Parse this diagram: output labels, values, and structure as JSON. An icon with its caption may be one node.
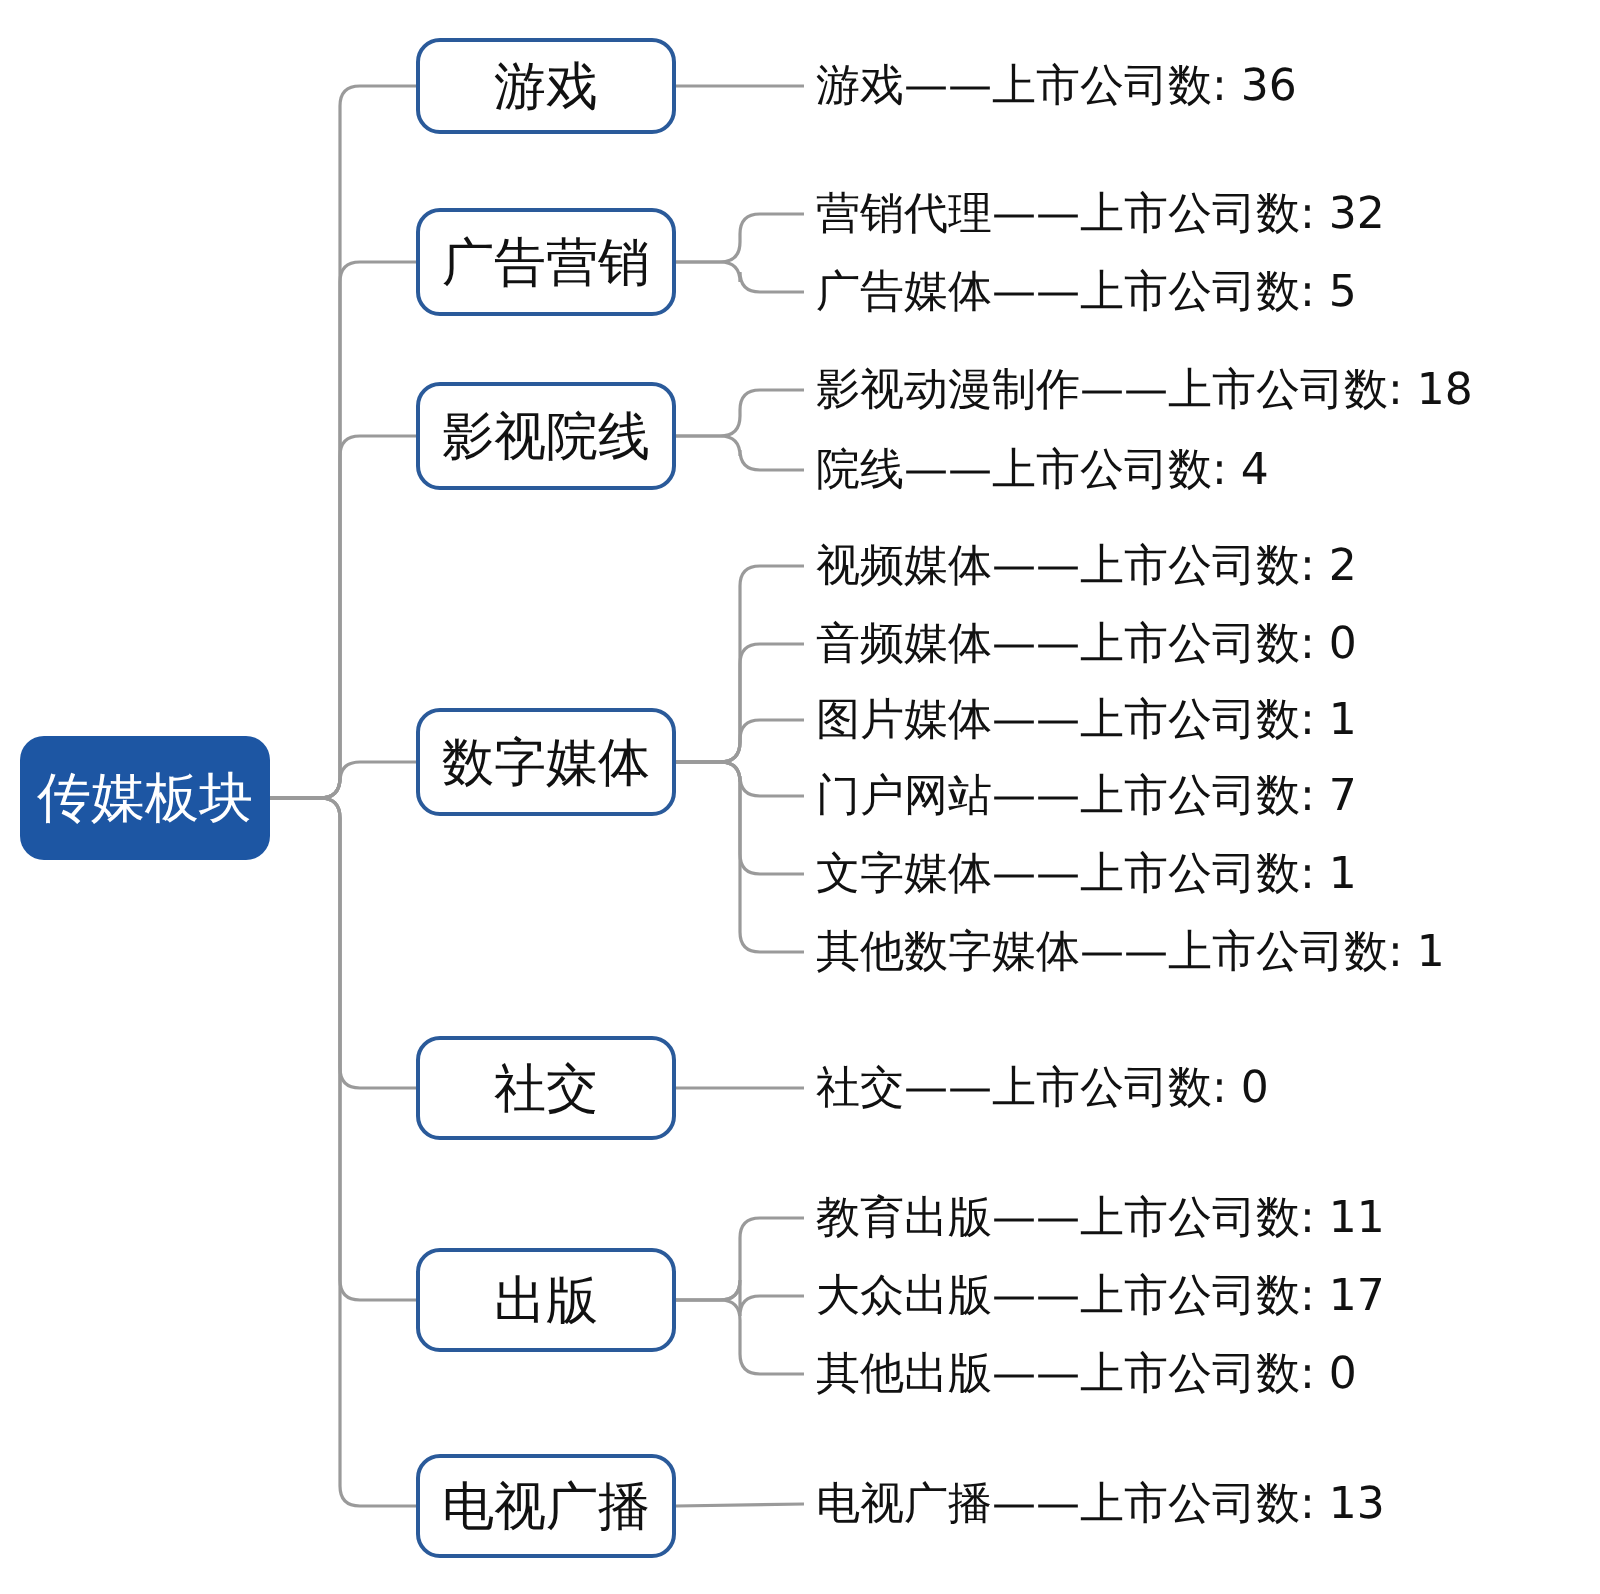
{
  "diagram": {
    "nodes": [
      {
        "text": [
          "传媒板块"
        ]
      },
      {
        "text": [
          "游戏"
        ]
      },
      {
        "text": [
          "游戏——上市公司数: 36"
        ]
      },
      {
        "text": [
          "广告营销"
        ]
      },
      {
        "text": [
          "营销代理——上市公司数: 32"
        ]
      },
      {
        "text": [
          "广告媒体——上市公司数: 5"
        ]
      },
      {
        "text": [
          "影视院线"
        ]
      },
      {
        "text": [
          "影视动漫制作——上市公司数: 18"
        ]
      },
      {
        "text": [
          "院线——上市公司数: 4"
        ]
      },
      {
        "text": [
          "数字媒体"
        ]
      },
      {
        "text": [
          "视频媒体——上市公司数: 2"
        ]
      },
      {
        "text": [
          "音频媒体——上市公司数: 0"
        ]
      },
      {
        "text": [
          "图片媒体——上市公司数: 1"
        ]
      },
      {
        "text": [
          "门户网站——上市公司数: 7"
        ]
      },
      {
        "text": [
          "文字媒体——上市公司数: 1"
        ]
      },
      {
        "text": [
          "其他数字媒体——上市公司数: 1"
        ]
      },
      {
        "text": [
          "社交"
        ]
      },
      {
        "text": [
          "社交——上市公司数: 0"
        ]
      },
      {
        "text": [
          "出版"
        ]
      },
      {
        "text": [
          "教育出版——上市公司数: 11"
        ]
      },
      {
        "text": [
          "大众出版——上市公司数: 17"
        ]
      },
      {
        "text": [
          "其他出版——上市公司数: 0"
        ]
      },
      {
        "text": [
          "电视广播"
        ]
      },
      {
        "text": [
          "电视广播——上市公司数: 13"
        ]
      }
    ],
    "edges": [
      {
        "from": 0,
        "to": 1,
        "arrow": "none"
      },
      {
        "from": 0,
        "to": 3,
        "arrow": "none"
      },
      {
        "from": 0,
        "to": 6,
        "arrow": "none"
      },
      {
        "from": 0,
        "to": 9,
        "arrow": "none"
      },
      {
        "from": 0,
        "to": 16,
        "arrow": "none"
      },
      {
        "from": 0,
        "to": 18,
        "arrow": "none"
      },
      {
        "from": 0,
        "to": 22,
        "arrow": "none"
      },
      {
        "from": 1,
        "to": 2,
        "arrow": "none"
      },
      {
        "from": 3,
        "to": 4,
        "arrow": "none"
      },
      {
        "from": 3,
        "to": 5,
        "arrow": "none"
      },
      {
        "from": 6,
        "to": 7,
        "arrow": "none"
      },
      {
        "from": 6,
        "to": 8,
        "arrow": "none"
      },
      {
        "from": 9,
        "to": 10,
        "arrow": "none"
      },
      {
        "from": 9,
        "to": 11,
        "arrow": "none"
      },
      {
        "from": 9,
        "to": 12,
        "arrow": "none"
      },
      {
        "from": 9,
        "to": 13,
        "arrow": "none"
      },
      {
        "from": 9,
        "to": 14,
        "arrow": "none"
      },
      {
        "from": 9,
        "to": 15,
        "arrow": "none"
      },
      {
        "from": 16,
        "to": 17,
        "arrow": "none"
      },
      {
        "from": 18,
        "to": 19,
        "arrow": "none"
      },
      {
        "from": 18,
        "to": 20,
        "arrow": "none"
      },
      {
        "from": 18,
        "to": 21,
        "arrow": "none"
      },
      {
        "from": 22,
        "to": 23,
        "arrow": "none"
      }
    ]
  }
}
